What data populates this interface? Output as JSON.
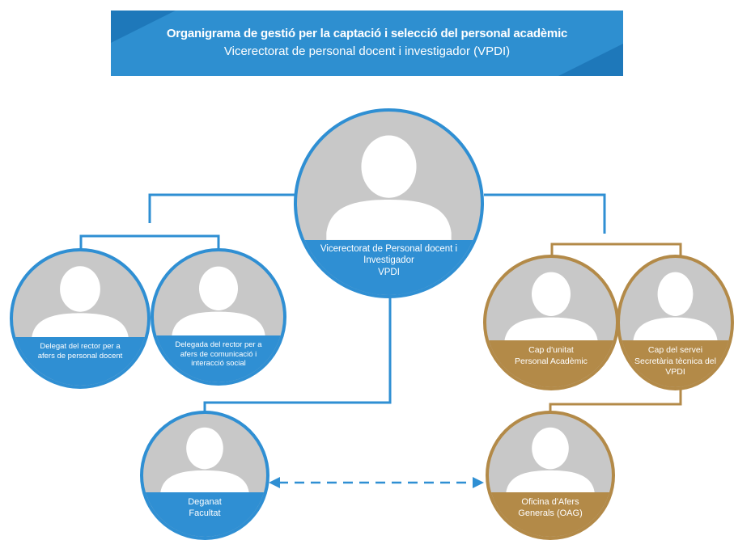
{
  "header": {
    "title": "Organigrama de gestió per la captació i selecció del personal acadèmic",
    "subtitle": "Vicerectorat de personal docent i investigador (VPDI)"
  },
  "nodes": {
    "vpdi": "Vicerectorat de Personal docent i\nInvestigador\nVPDI",
    "delegat": "Delegat del rector per a\nafers de personal docent",
    "delegada": "Delegada del rector per a\nafers de comunicació i\ninteracció social",
    "cap_unitat": "Cap d'unitat\nPersonal Acadèmic",
    "cap_servei": "Cap del servei\nSecretària tècnica del\nVPDI",
    "deganat": "Deganat\nFacultat",
    "oag": "Oficina d'Afers\nGenerals (OAG)"
  },
  "colors": {
    "blue": "#2f8fd3",
    "gold": "#b38a48",
    "banner": "#2e8fd0",
    "silhouette": "#ffffff",
    "background_circle": "#c8c8c8"
  }
}
